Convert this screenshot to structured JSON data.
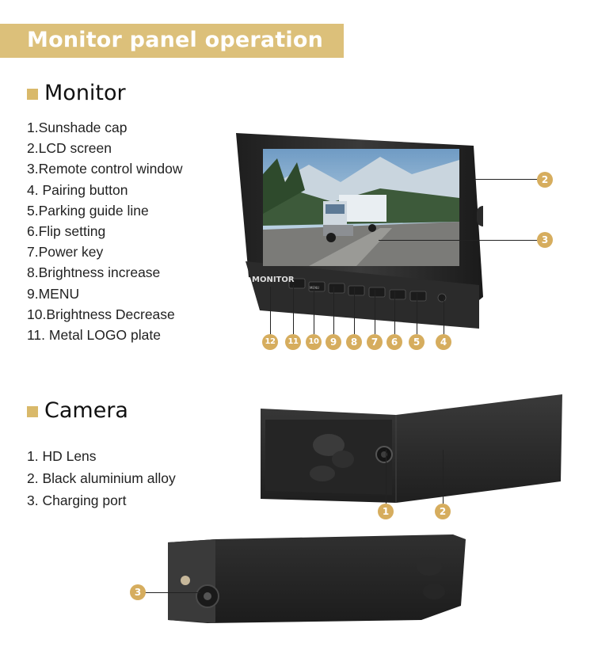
{
  "banner": {
    "title": "Monitor panel operation"
  },
  "monitor_section": {
    "title": "Monitor",
    "items": [
      "1.Sunshade cap",
      "2.LCD screen",
      "3.Remote control window",
      "4. Pairing button",
      "5.Parking guide line",
      "6.Flip setting",
      "7.Power key",
      "8.Brightness increase",
      "9.MENU",
      "10.Brightness Decrease",
      "11. Metal LOGO plate"
    ],
    "bezel_label": "MONITOR",
    "menu_button_text": "MENU",
    "callouts": [
      "2",
      "3",
      "12",
      "11",
      "10",
      "9",
      "8",
      "7",
      "6",
      "5",
      "4"
    ]
  },
  "camera_section": {
    "title": "Camera",
    "items": [
      "1. HD Lens",
      "2. Black aluminium alloy",
      "3. Charging port"
    ],
    "callouts": [
      "1",
      "2",
      "3"
    ]
  },
  "colors": {
    "banner": "#dcc07a",
    "callout": "#d6ad5e",
    "section_mark": "#d9b96a"
  }
}
